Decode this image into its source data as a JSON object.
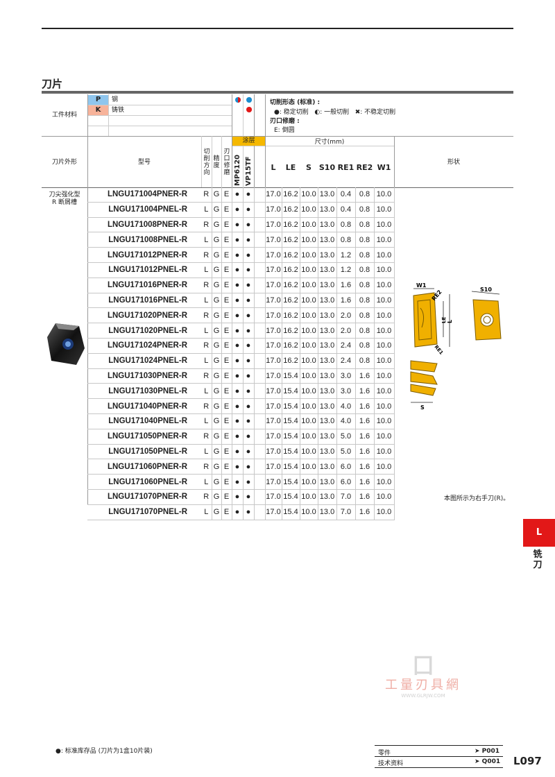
{
  "section_title": "刀片",
  "workpiece": {
    "label": "工件材料",
    "materials": [
      {
        "code": "P",
        "name": "钢",
        "color": "#8fc6ee"
      },
      {
        "code": "K",
        "name": "铸铁",
        "color": "#f7b39a"
      }
    ]
  },
  "legend": {
    "title": "切削形态 (标准) :",
    "items": [
      {
        "symbol": "●",
        "text": ": 稳定切削"
      },
      {
        "symbol": "◐",
        "text": ": 一般切削"
      },
      {
        "symbol": "✖",
        "text": ": 不稳定切削"
      }
    ],
    "edge_title": "刃口修磨 :",
    "edge_item": "E: 倒圆"
  },
  "headers": {
    "shape_col": "刀片外形",
    "model_col": "型号",
    "direction": "切削方向",
    "precision": "精度",
    "edge_prep": "刃口修磨",
    "coating": "涂层",
    "grades": [
      "MP6120",
      "VP15TF"
    ],
    "dimensions_title": "尺寸(mm)",
    "dim_cols": [
      "L",
      "LE",
      "S",
      "S10",
      "RE1",
      "RE2",
      "W1"
    ],
    "form": "形状"
  },
  "insert_type": [
    "刀尖强化型",
    "R 断屑槽"
  ],
  "rows": [
    {
      "model": "LNGU171004PNER-R",
      "dir": "R",
      "tol": "G",
      "edge": "E",
      "g1": "●",
      "g2": "●",
      "L": "17.0",
      "LE": "16.2",
      "S": "10.0",
      "S10": "13.0",
      "RE1": "0.4",
      "RE2": "0.8",
      "W1": "10.0"
    },
    {
      "model": "LNGU171004PNEL-R",
      "dir": "L",
      "tol": "G",
      "edge": "E",
      "g1": "●",
      "g2": "●",
      "L": "17.0",
      "LE": "16.2",
      "S": "10.0",
      "S10": "13.0",
      "RE1": "0.4",
      "RE2": "0.8",
      "W1": "10.0"
    },
    {
      "model": "LNGU171008PNER-R",
      "dir": "R",
      "tol": "G",
      "edge": "E",
      "g1": "●",
      "g2": "●",
      "L": "17.0",
      "LE": "16.2",
      "S": "10.0",
      "S10": "13.0",
      "RE1": "0.8",
      "RE2": "0.8",
      "W1": "10.0"
    },
    {
      "model": "LNGU171008PNEL-R",
      "dir": "L",
      "tol": "G",
      "edge": "E",
      "g1": "●",
      "g2": "●",
      "L": "17.0",
      "LE": "16.2",
      "S": "10.0",
      "S10": "13.0",
      "RE1": "0.8",
      "RE2": "0.8",
      "W1": "10.0"
    },
    {
      "model": "LNGU171012PNER-R",
      "dir": "R",
      "tol": "G",
      "edge": "E",
      "g1": "●",
      "g2": "●",
      "L": "17.0",
      "LE": "16.2",
      "S": "10.0",
      "S10": "13.0",
      "RE1": "1.2",
      "RE2": "0.8",
      "W1": "10.0"
    },
    {
      "model": "LNGU171012PNEL-R",
      "dir": "L",
      "tol": "G",
      "edge": "E",
      "g1": "●",
      "g2": "●",
      "L": "17.0",
      "LE": "16.2",
      "S": "10.0",
      "S10": "13.0",
      "RE1": "1.2",
      "RE2": "0.8",
      "W1": "10.0"
    },
    {
      "model": "LNGU171016PNER-R",
      "dir": "R",
      "tol": "G",
      "edge": "E",
      "g1": "●",
      "g2": "●",
      "L": "17.0",
      "LE": "16.2",
      "S": "10.0",
      "S10": "13.0",
      "RE1": "1.6",
      "RE2": "0.8",
      "W1": "10.0"
    },
    {
      "model": "LNGU171016PNEL-R",
      "dir": "L",
      "tol": "G",
      "edge": "E",
      "g1": "●",
      "g2": "●",
      "L": "17.0",
      "LE": "16.2",
      "S": "10.0",
      "S10": "13.0",
      "RE1": "1.6",
      "RE2": "0.8",
      "W1": "10.0"
    },
    {
      "model": "LNGU171020PNER-R",
      "dir": "R",
      "tol": "G",
      "edge": "E",
      "g1": "●",
      "g2": "●",
      "L": "17.0",
      "LE": "16.2",
      "S": "10.0",
      "S10": "13.0",
      "RE1": "2.0",
      "RE2": "0.8",
      "W1": "10.0"
    },
    {
      "model": "LNGU171020PNEL-R",
      "dir": "L",
      "tol": "G",
      "edge": "E",
      "g1": "●",
      "g2": "●",
      "L": "17.0",
      "LE": "16.2",
      "S": "10.0",
      "S10": "13.0",
      "RE1": "2.0",
      "RE2": "0.8",
      "W1": "10.0"
    },
    {
      "model": "LNGU171024PNER-R",
      "dir": "R",
      "tol": "G",
      "edge": "E",
      "g1": "●",
      "g2": "●",
      "L": "17.0",
      "LE": "16.2",
      "S": "10.0",
      "S10": "13.0",
      "RE1": "2.4",
      "RE2": "0.8",
      "W1": "10.0"
    },
    {
      "model": "LNGU171024PNEL-R",
      "dir": "L",
      "tol": "G",
      "edge": "E",
      "g1": "●",
      "g2": "●",
      "L": "17.0",
      "LE": "16.2",
      "S": "10.0",
      "S10": "13.0",
      "RE1": "2.4",
      "RE2": "0.8",
      "W1": "10.0"
    },
    {
      "model": "LNGU171030PNER-R",
      "dir": "R",
      "tol": "G",
      "edge": "E",
      "g1": "●",
      "g2": "●",
      "L": "17.0",
      "LE": "15.4",
      "S": "10.0",
      "S10": "13.0",
      "RE1": "3.0",
      "RE2": "1.6",
      "W1": "10.0"
    },
    {
      "model": "LNGU171030PNEL-R",
      "dir": "L",
      "tol": "G",
      "edge": "E",
      "g1": "●",
      "g2": "●",
      "L": "17.0",
      "LE": "15.4",
      "S": "10.0",
      "S10": "13.0",
      "RE1": "3.0",
      "RE2": "1.6",
      "W1": "10.0"
    },
    {
      "model": "LNGU171040PNER-R",
      "dir": "R",
      "tol": "G",
      "edge": "E",
      "g1": "●",
      "g2": "●",
      "L": "17.0",
      "LE": "15.4",
      "S": "10.0",
      "S10": "13.0",
      "RE1": "4.0",
      "RE2": "1.6",
      "W1": "10.0"
    },
    {
      "model": "LNGU171040PNEL-R",
      "dir": "L",
      "tol": "G",
      "edge": "E",
      "g1": "●",
      "g2": "●",
      "L": "17.0",
      "LE": "15.4",
      "S": "10.0",
      "S10": "13.0",
      "RE1": "4.0",
      "RE2": "1.6",
      "W1": "10.0"
    },
    {
      "model": "LNGU171050PNER-R",
      "dir": "R",
      "tol": "G",
      "edge": "E",
      "g1": "●",
      "g2": "●",
      "L": "17.0",
      "LE": "15.4",
      "S": "10.0",
      "S10": "13.0",
      "RE1": "5.0",
      "RE2": "1.6",
      "W1": "10.0"
    },
    {
      "model": "LNGU171050PNEL-R",
      "dir": "L",
      "tol": "G",
      "edge": "E",
      "g1": "●",
      "g2": "●",
      "L": "17.0",
      "LE": "15.4",
      "S": "10.0",
      "S10": "13.0",
      "RE1": "5.0",
      "RE2": "1.6",
      "W1": "10.0"
    },
    {
      "model": "LNGU171060PNER-R",
      "dir": "R",
      "tol": "G",
      "edge": "E",
      "g1": "●",
      "g2": "●",
      "L": "17.0",
      "LE": "15.4",
      "S": "10.0",
      "S10": "13.0",
      "RE1": "6.0",
      "RE2": "1.6",
      "W1": "10.0"
    },
    {
      "model": "LNGU171060PNEL-R",
      "dir": "L",
      "tol": "G",
      "edge": "E",
      "g1": "●",
      "g2": "●",
      "L": "17.0",
      "LE": "15.4",
      "S": "10.0",
      "S10": "13.0",
      "RE1": "6.0",
      "RE2": "1.6",
      "W1": "10.0"
    },
    {
      "model": "LNGU171070PNER-R",
      "dir": "R",
      "tol": "G",
      "edge": "E",
      "g1": "●",
      "g2": "●",
      "L": "17.0",
      "LE": "15.4",
      "S": "10.0",
      "S10": "13.0",
      "RE1": "7.0",
      "RE2": "1.6",
      "W1": "10.0"
    },
    {
      "model": "LNGU171070PNEL-R",
      "dir": "L",
      "tol": "G",
      "edge": "E",
      "g1": "●",
      "g2": "●",
      "L": "17.0",
      "LE": "15.4",
      "S": "10.0",
      "S10": "13.0",
      "RE1": "7.0",
      "RE2": "1.6",
      "W1": "10.0"
    }
  ],
  "drawing_labels": {
    "w1": "W1",
    "re2": "RE2",
    "le": "LE",
    "l": "L",
    "re1": "RE1",
    "s10": "S10",
    "s": "S"
  },
  "drawing_note": "本图所示为右手刀(R)。",
  "side_tab": {
    "letter": "L",
    "label": "铣刀"
  },
  "footnote": "●: 标准库存品 (刀片为1盒10片装)",
  "footer_refs": [
    {
      "label": "零件",
      "ref": "➤ P001"
    },
    {
      "label": "技术资料",
      "ref": "➤ Q001"
    }
  ],
  "page_number": "L097",
  "watermark": {
    "title": "工量刃具網",
    "url": "WWW.GLRJW.COM"
  },
  "colors": {
    "coating_header": "#f5b800",
    "accent_red": "#e21818",
    "insert_gold": "#f0b000"
  }
}
